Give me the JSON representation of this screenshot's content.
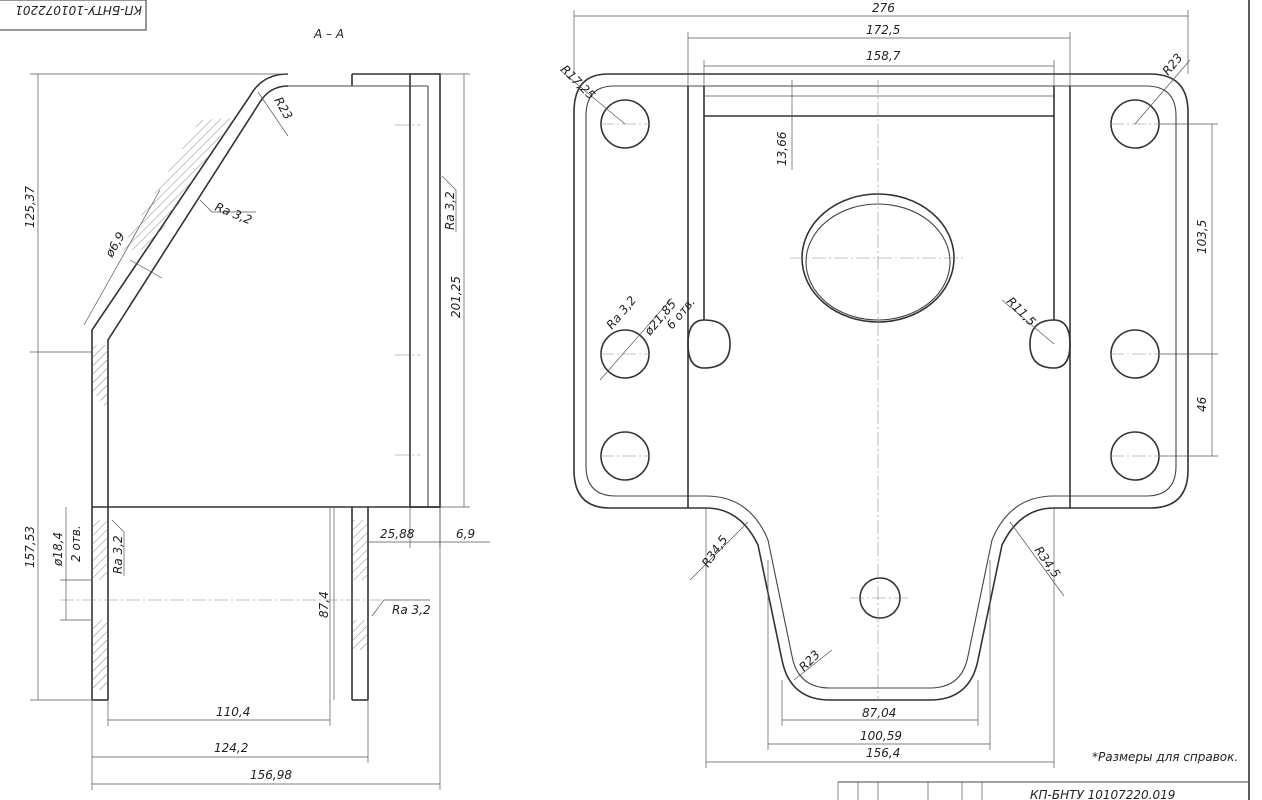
{
  "stamp": {
    "code_flipped": "КП-БНТУ-101072201",
    "code_bottom": "КП-БНТУ 10107220.019"
  },
  "section_view": {
    "label": "А – А",
    "dims": {
      "height_upper": "125,37",
      "height_lower": "157,53",
      "hole_dia": "ø18,4",
      "hole_count": "2 отв.",
      "ra_left": "Ra 3,2",
      "thickness_dia": "ø6,9",
      "ra_slope": "Ra 3,2",
      "radius_top": "R23",
      "ra_right": "Ra 3,2",
      "height_total": "201,25",
      "width_25": "25,88",
      "width_6": "6,9",
      "height_87": "87,4",
      "ra_mid": "Ra 3,2",
      "width_110": "110,4",
      "width_124": "124,2",
      "width_156": "156,98"
    }
  },
  "plan_view": {
    "dims": {
      "width_276": "276",
      "width_172": "172,5",
      "width_158": "158,7",
      "height_13": "13,66",
      "radius_tl": "R17,25",
      "radius_tr": "R23",
      "height_103": "103,5",
      "height_46": "46",
      "ra_hole": "Ra 3,2",
      "hole_dia": "ø21,85",
      "hole_count": "6 отв.",
      "radius_slot": "R11,5",
      "radius_left": "R34,5",
      "radius_right": "R34,5",
      "radius_bottom": "R23",
      "width_87": "87,04",
      "width_100": "100,59",
      "width_156": "156,4"
    },
    "note": "*Размеры для справок."
  }
}
